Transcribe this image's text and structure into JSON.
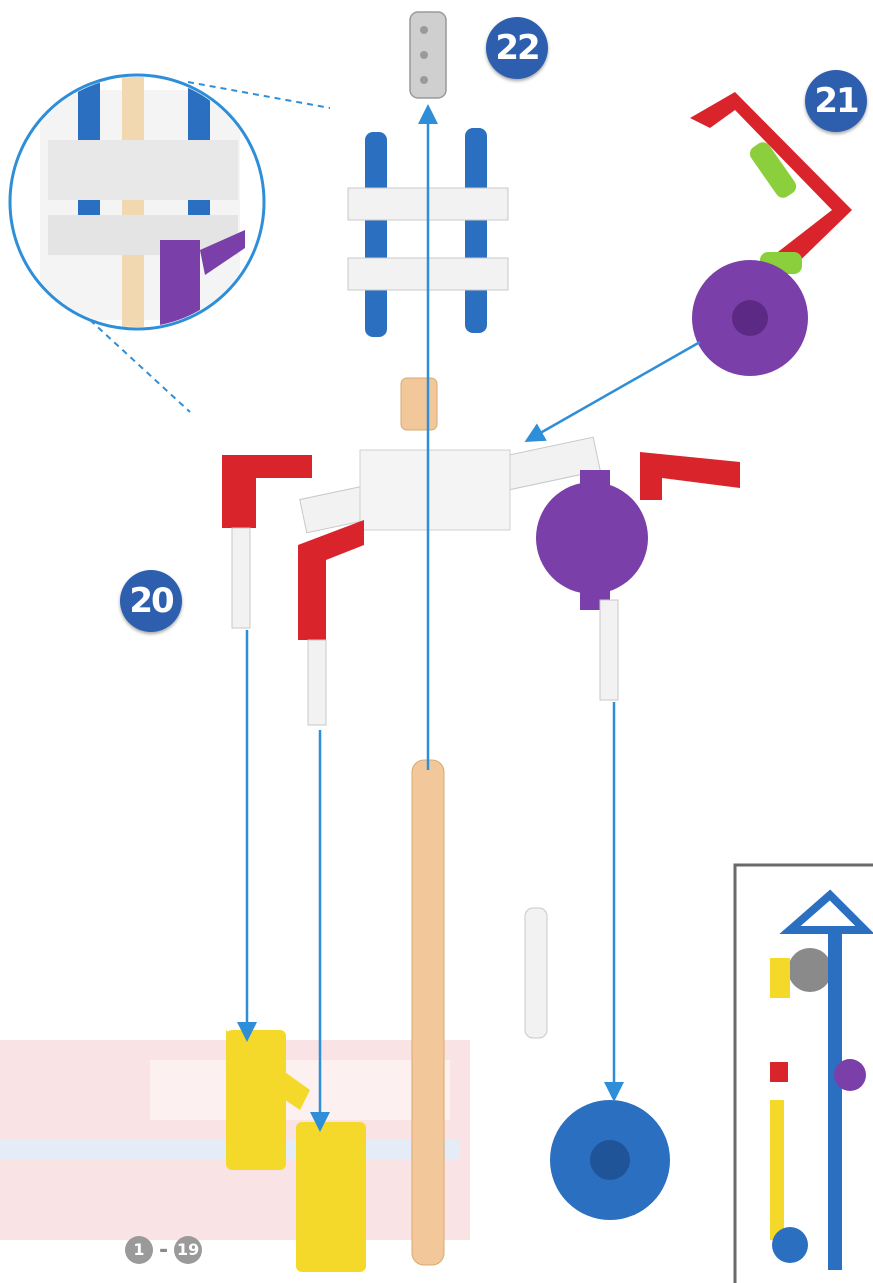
{
  "steps": {
    "step_a": "20",
    "step_b": "21",
    "step_c": "22"
  },
  "previous_steps": {
    "from": "1",
    "separator": "-",
    "to": "19"
  },
  "colors": {
    "arrow": "#2f8ed8",
    "badge": "#2e5fae",
    "red": "#d8242a",
    "purple": "#7a3fa8",
    "blue": "#2b6fc0",
    "yellow": "#f4d82a",
    "tan": "#f2c89a",
    "green": "#8ccf3c",
    "gray": "#cfcfcf",
    "white_part": "#f2f2f2"
  }
}
